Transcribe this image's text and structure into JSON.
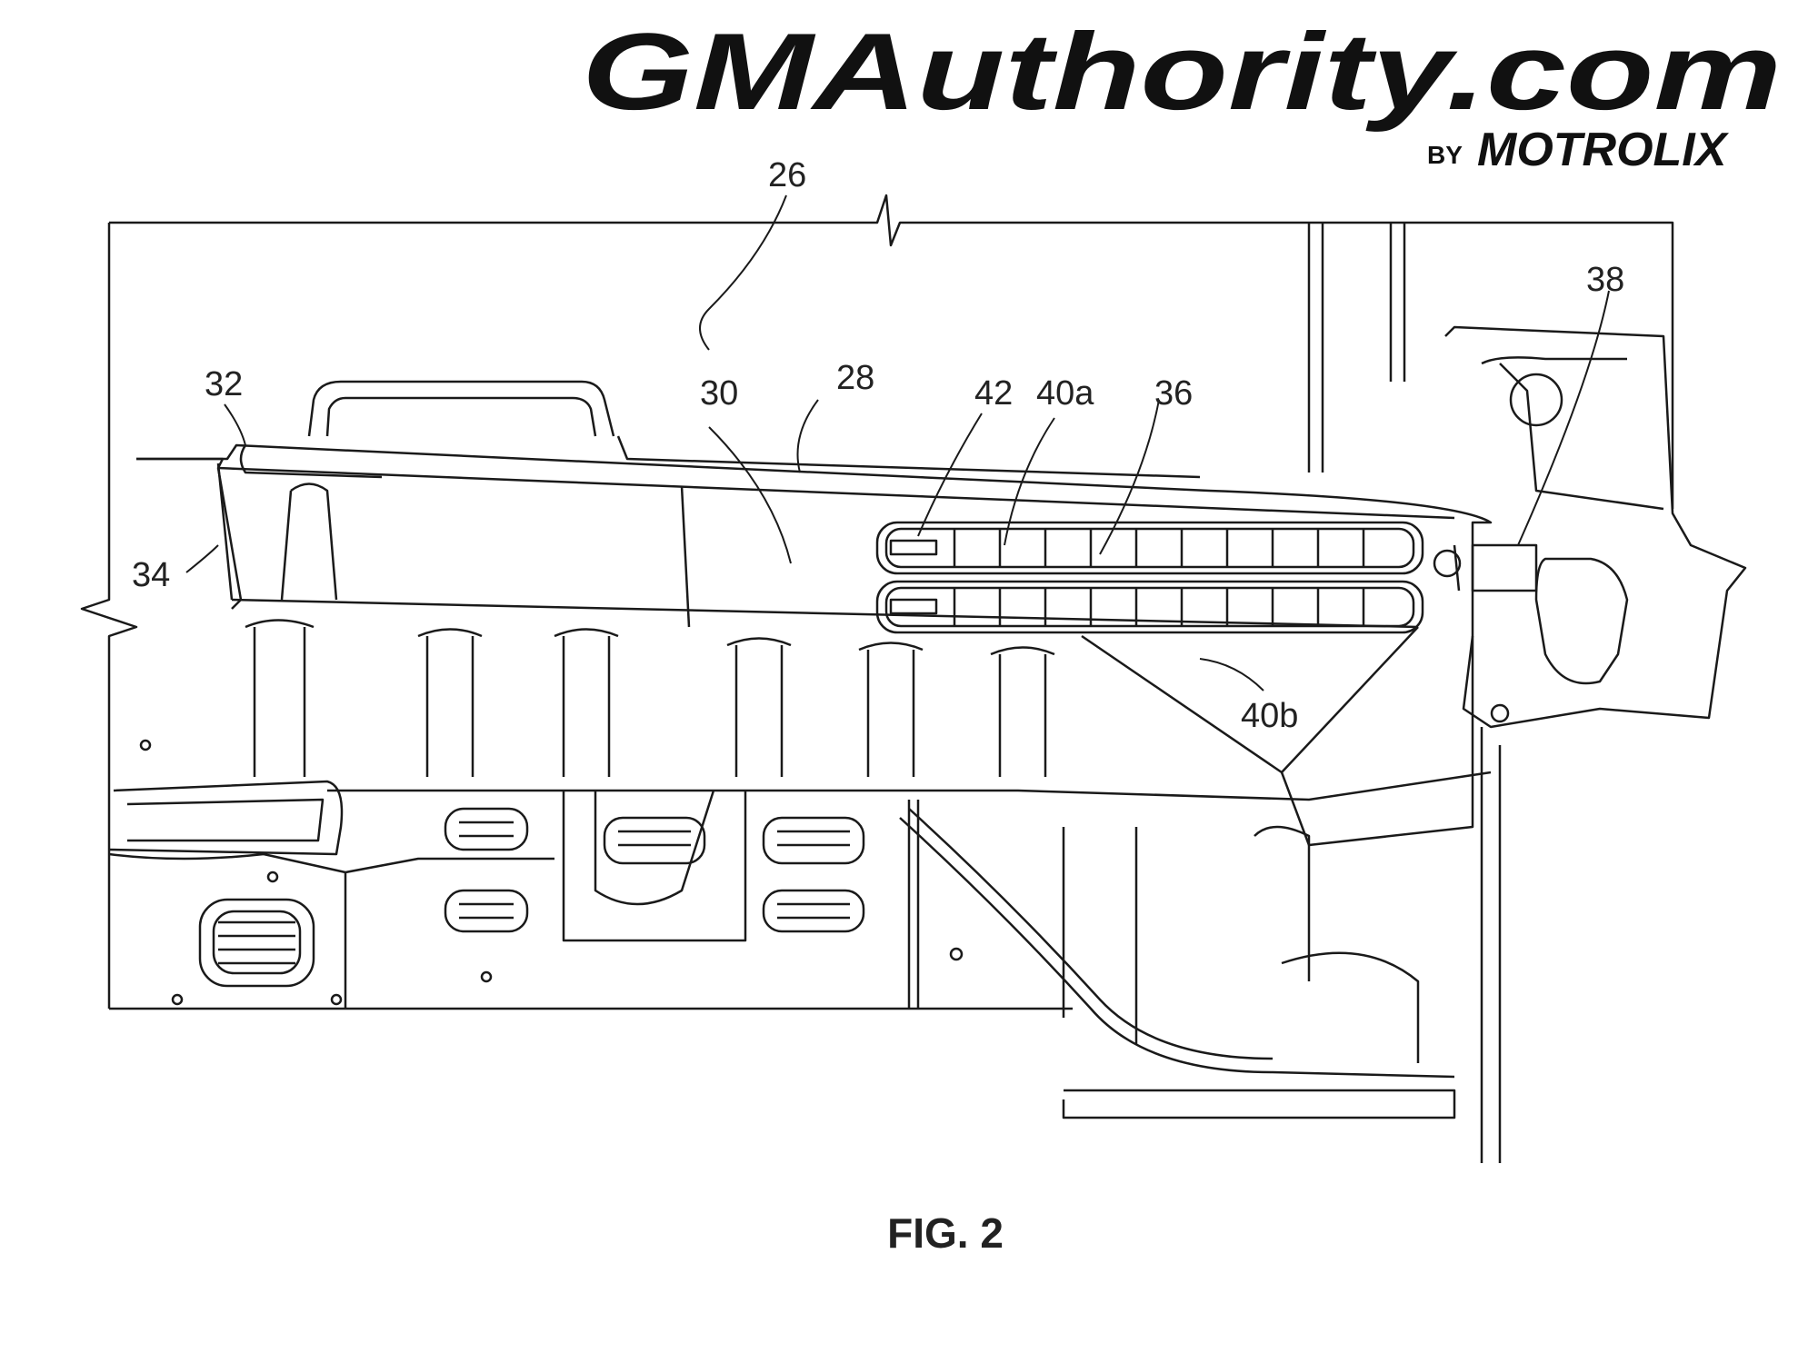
{
  "brand": {
    "logo_main": "GMAuthority.com",
    "logo_by": "BY",
    "logo_sub": "MOTROLIX"
  },
  "figure": {
    "caption": "FIG. 2",
    "reference_numerals": {
      "n26": "26",
      "n28": "28",
      "n30": "30",
      "n32": "32",
      "n34": "34",
      "n36": "36",
      "n38": "38",
      "n40a": "40a",
      "n40b": "40b",
      "n42": "42"
    }
  },
  "colors": {
    "line": "#1a1a1a",
    "background": "#ffffff"
  }
}
